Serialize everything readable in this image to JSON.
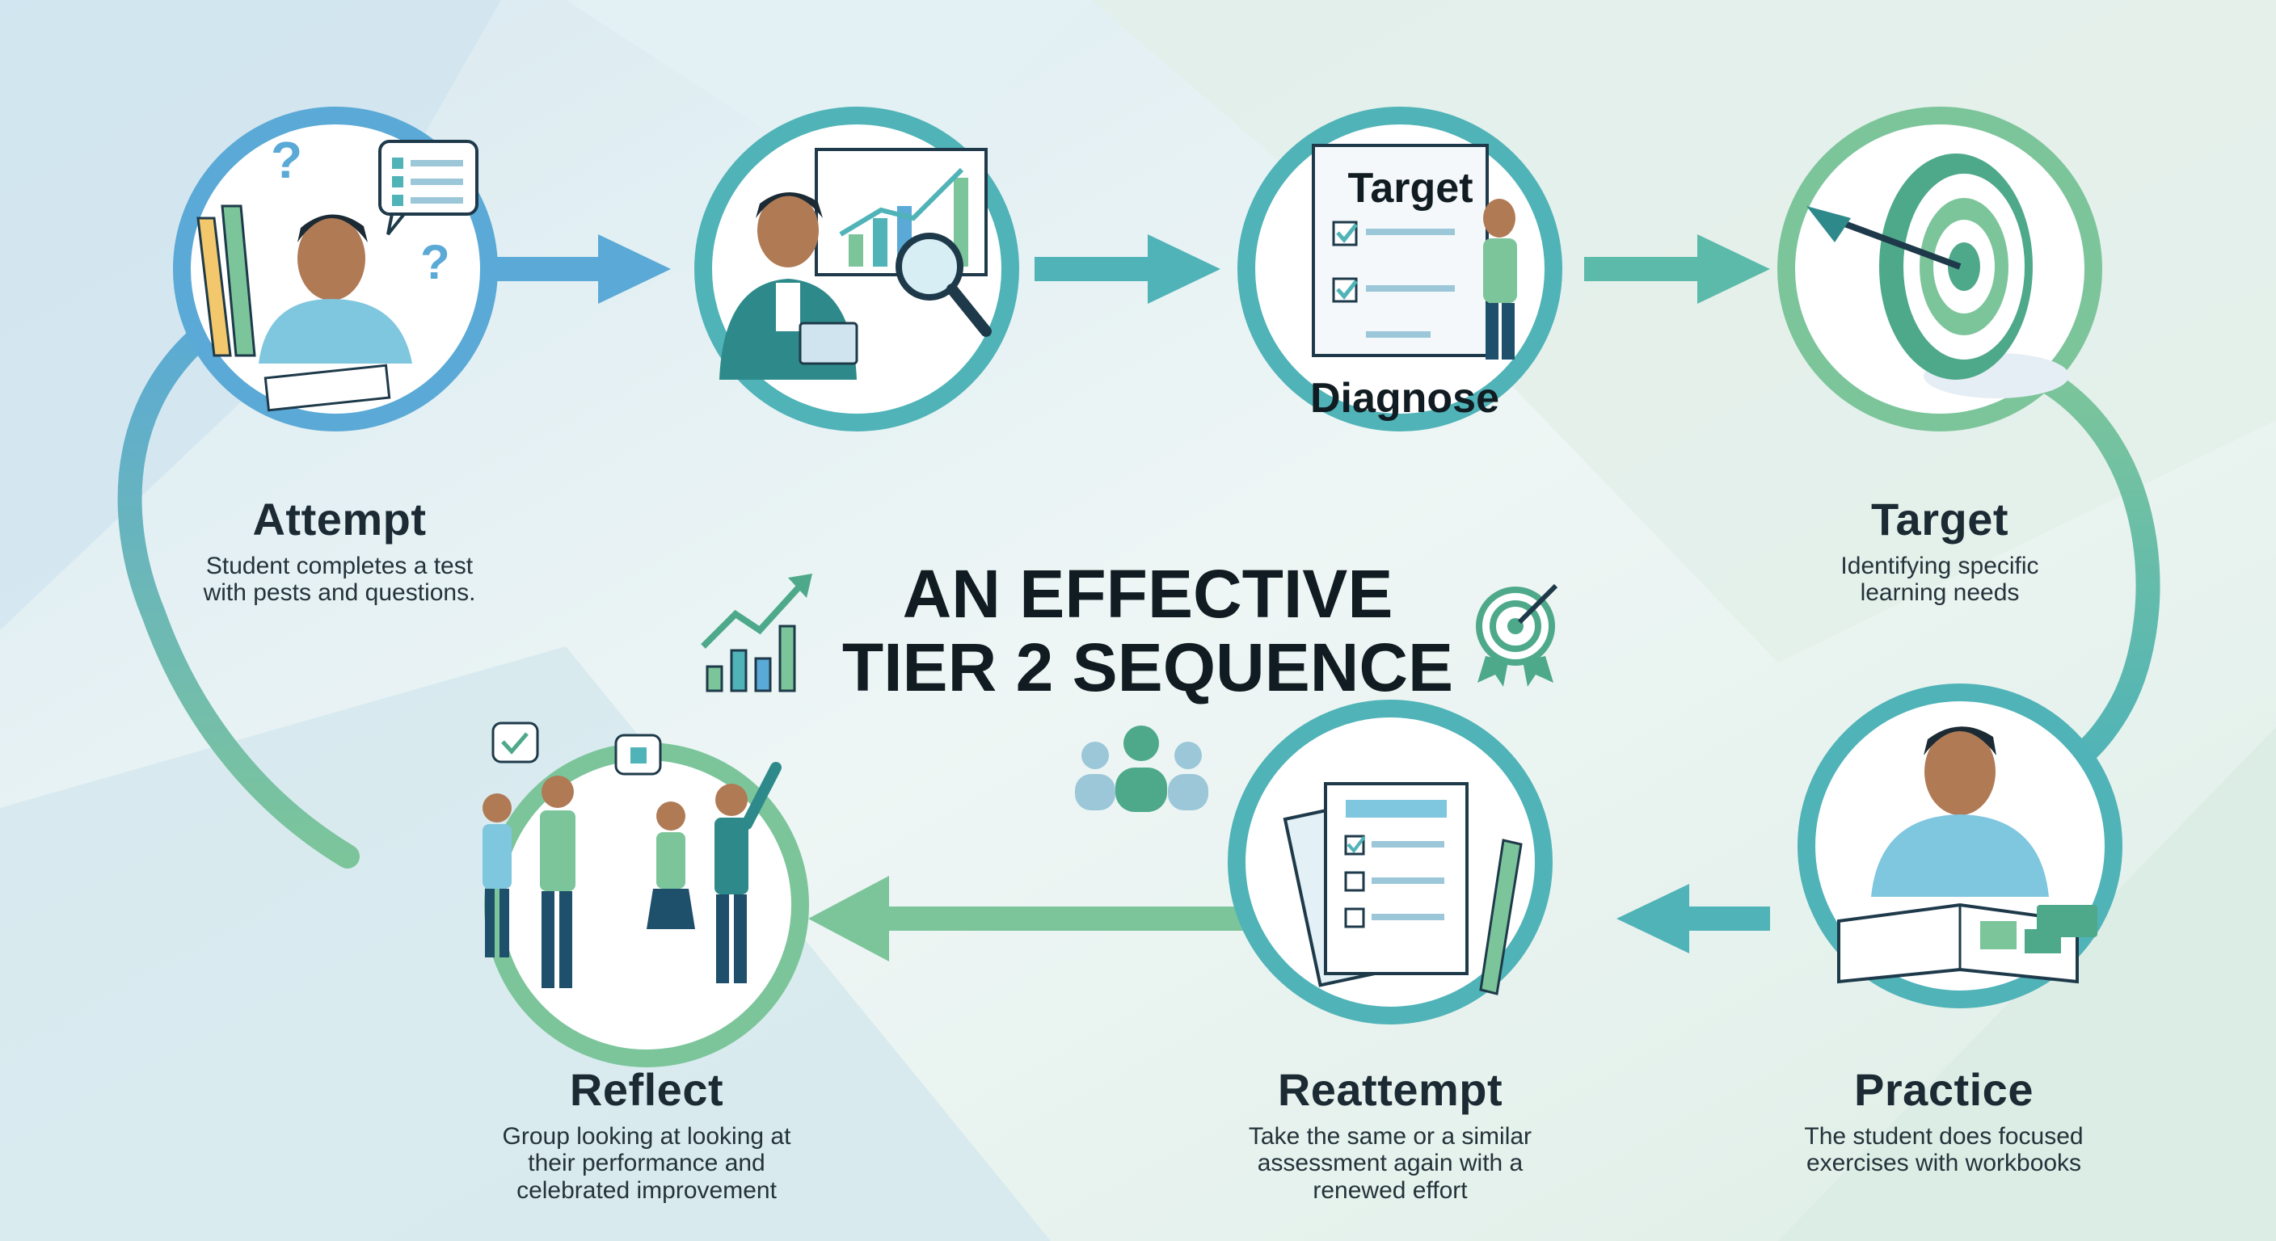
{
  "title": {
    "line1": "AN EFFECTIVE",
    "line2": "TIER 2 SEQUENCE"
  },
  "steps": [
    {
      "id": "attempt",
      "label": "Attempt",
      "description": "Student completes a test with pests and questions."
    },
    {
      "id": "diagnose",
      "label": "",
      "description": ""
    },
    {
      "id": "target-diagnose",
      "sign_top": "Target",
      "sign_bottom": "Diagnose"
    },
    {
      "id": "target",
      "label": "Target",
      "description": "Identifying specific learning needs"
    },
    {
      "id": "practice",
      "label": "Practice",
      "description": "The student does focused exercises with workbooks"
    },
    {
      "id": "reattempt",
      "label": "Reattempt",
      "description": "Take the same or a similar assessment again with a renewed effort"
    },
    {
      "id": "reflect",
      "label": "Reflect",
      "description": "Group looking at looking at their performance and celebrated improvement"
    }
  ],
  "colors": {
    "blue": "#5aa9d6",
    "teal": "#4fb3b8",
    "green": "#7cc59b",
    "navy": "#1e4f6b",
    "skin": "#b07a55",
    "ink": "#111c22"
  },
  "icons": [
    "trend-chart-icon",
    "target-award-icon",
    "people-group-icon"
  ]
}
